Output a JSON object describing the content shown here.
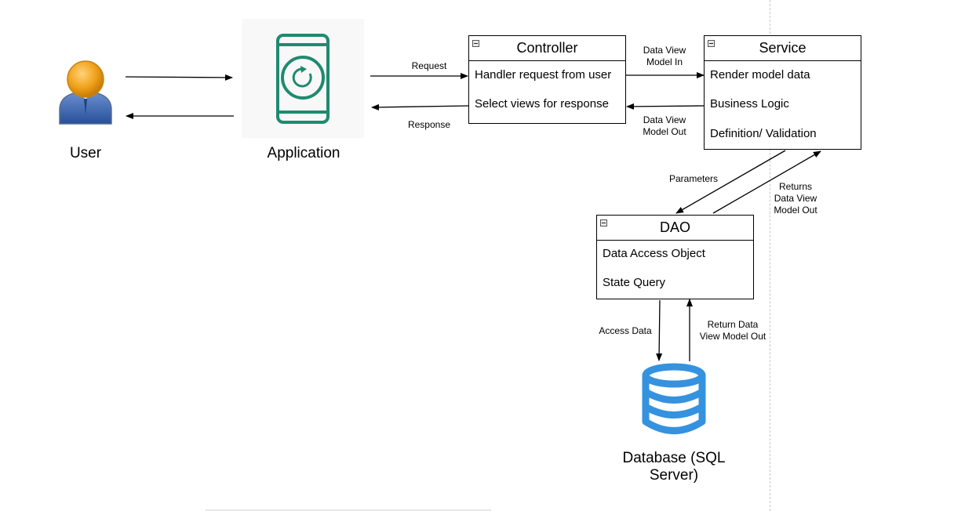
{
  "nodes": {
    "user": {
      "label": "User"
    },
    "application": {
      "label": "Application"
    },
    "database": {
      "label": "Database (SQL Server)"
    }
  },
  "boxes": {
    "controller": {
      "title": "Controller",
      "rows": [
        "Handler request from user",
        "Select views for response"
      ]
    },
    "service": {
      "title": "Service",
      "rows": [
        "Render model data",
        "Business Logic",
        "Definition/ Validation"
      ]
    },
    "dao": {
      "title": "DAO",
      "rows": [
        "Data Access Object",
        "State Query"
      ]
    }
  },
  "edges": {
    "request": "Request",
    "response": "Response",
    "data_view_model_in": "Data View Model In",
    "data_view_model_out": "Data View Model Out",
    "parameters": "Parameters",
    "returns_data_view_model_out": "Returns Data View Model Out",
    "access_data": "Access Data",
    "return_data_view_model_out": "Return Data View Model Out"
  },
  "icons": {
    "user": "user-avatar-icon",
    "application": "smartphone-refresh-icon",
    "database": "database-cylinder-icon"
  },
  "colors": {
    "user_head": "#f0a21b",
    "user_body": "#2f5fa8",
    "phone": "#1f8a70",
    "database": "#3592df"
  }
}
